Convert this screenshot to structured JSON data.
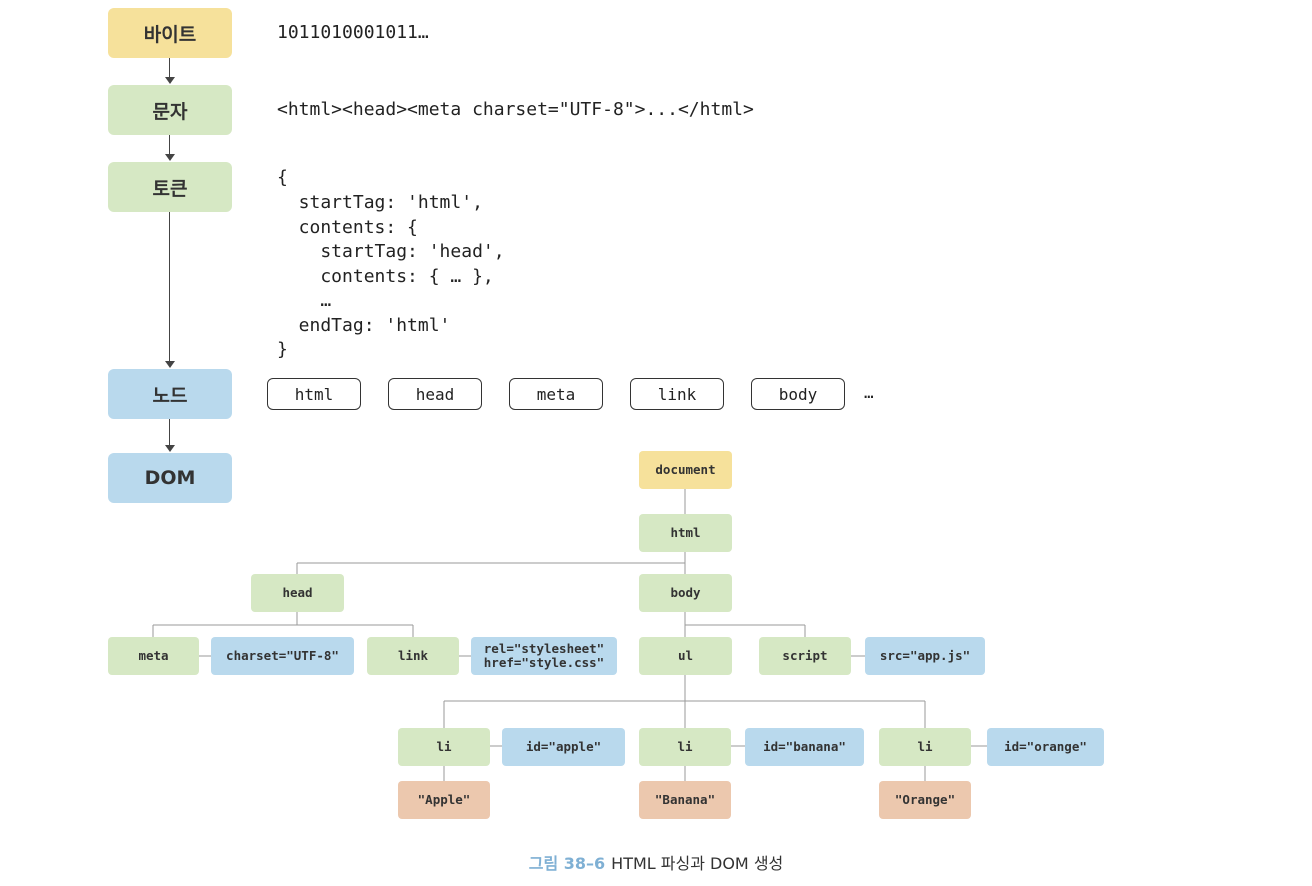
{
  "stages": {
    "bytes": "바이트",
    "chars": "문자",
    "tokens": "토큰",
    "nodes": "노드",
    "dom": "DOM"
  },
  "bytes_text": "1011010001011…",
  "chars_text": "<html><head><meta charset=\"UTF-8\">...</html>",
  "token_lines": [
    "{",
    "  startTag: 'html',",
    "  contents: {",
    "    startTag: 'head',",
    "    contents: { … },",
    "    …",
    "  endTag: 'html'",
    "}"
  ],
  "node_items": [
    "html",
    "head",
    "meta",
    "link",
    "body"
  ],
  "node_ellipsis": "…",
  "tree": {
    "document": "document",
    "html": "html",
    "head": "head",
    "body": "body",
    "meta": "meta",
    "meta_attr": "charset=\"UTF-8\"",
    "link": "link",
    "link_attr_1": "rel=\"stylesheet\"",
    "link_attr_2": "href=\"style.css\"",
    "ul": "ul",
    "script": "script",
    "script_attr": "src=\"app.js\"",
    "li1": "li",
    "li1_attr": "id=\"apple\"",
    "li1_text": "\"Apple\"",
    "li2": "li",
    "li2_attr": "id=\"banana\"",
    "li2_text": "\"Banana\"",
    "li3": "li",
    "li3_attr": "id=\"orange\"",
    "li3_text": "\"Orange\""
  },
  "caption": {
    "figure": "그림 38–6",
    "text": "HTML 파싱과 DOM 생성"
  },
  "colors": {
    "document": "#f6e19b",
    "element": "#d6e8c4",
    "attribute": "#b9d9ed",
    "text": "#ecc8ae"
  }
}
